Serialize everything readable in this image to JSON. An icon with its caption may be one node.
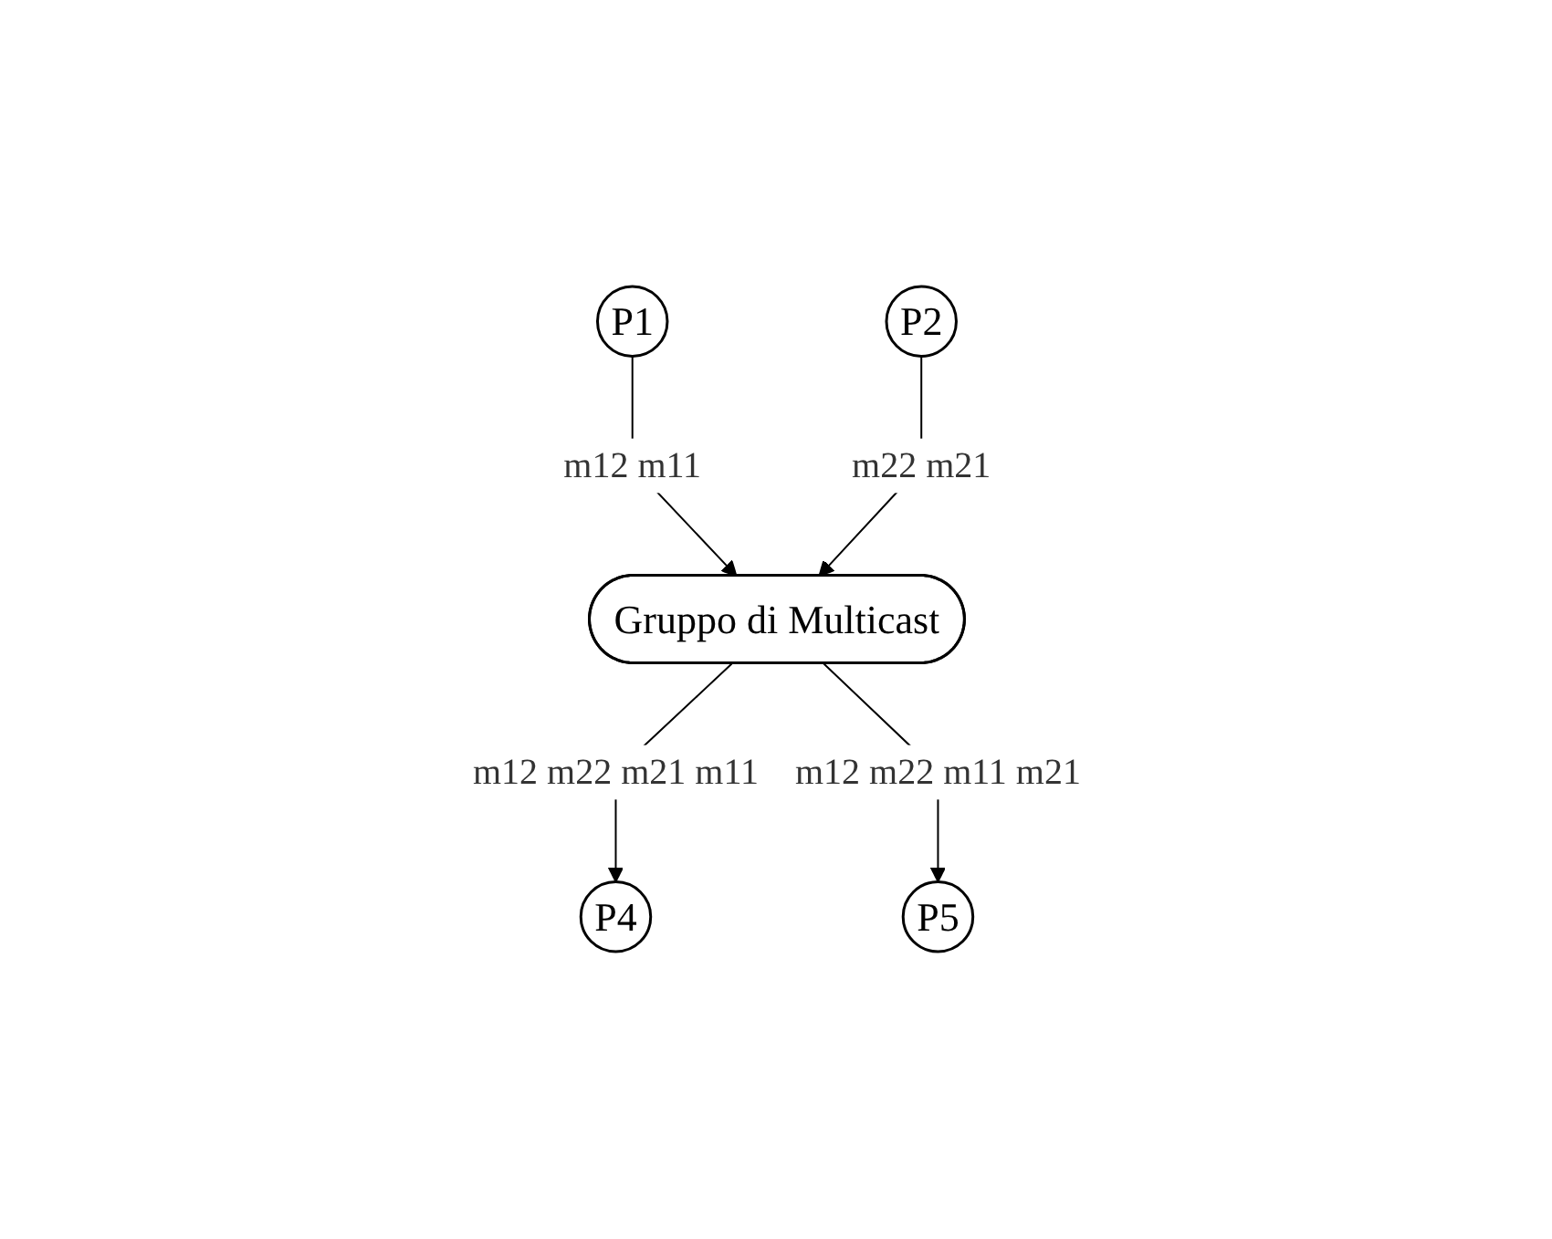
{
  "diagram": {
    "nodes": [
      {
        "text": [
          "P1"
        ]
      },
      {
        "text": [
          "P2"
        ]
      },
      {
        "text": [
          "Gruppo di Multicast"
        ]
      },
      {
        "text": [
          "P4"
        ]
      },
      {
        "text": [
          "P5"
        ]
      }
    ],
    "edges": [
      {
        "from": 0,
        "to": 2,
        "arrow": "to",
        "label": "m12 m11"
      },
      {
        "from": 1,
        "to": 2,
        "arrow": "to",
        "label": "m22 m21"
      },
      {
        "from": 2,
        "to": 3,
        "arrow": "to",
        "label": "m12 m22 m21 m11"
      },
      {
        "from": 2,
        "to": 4,
        "arrow": "to",
        "label": "m12 m22 m11 m21"
      }
    ]
  }
}
